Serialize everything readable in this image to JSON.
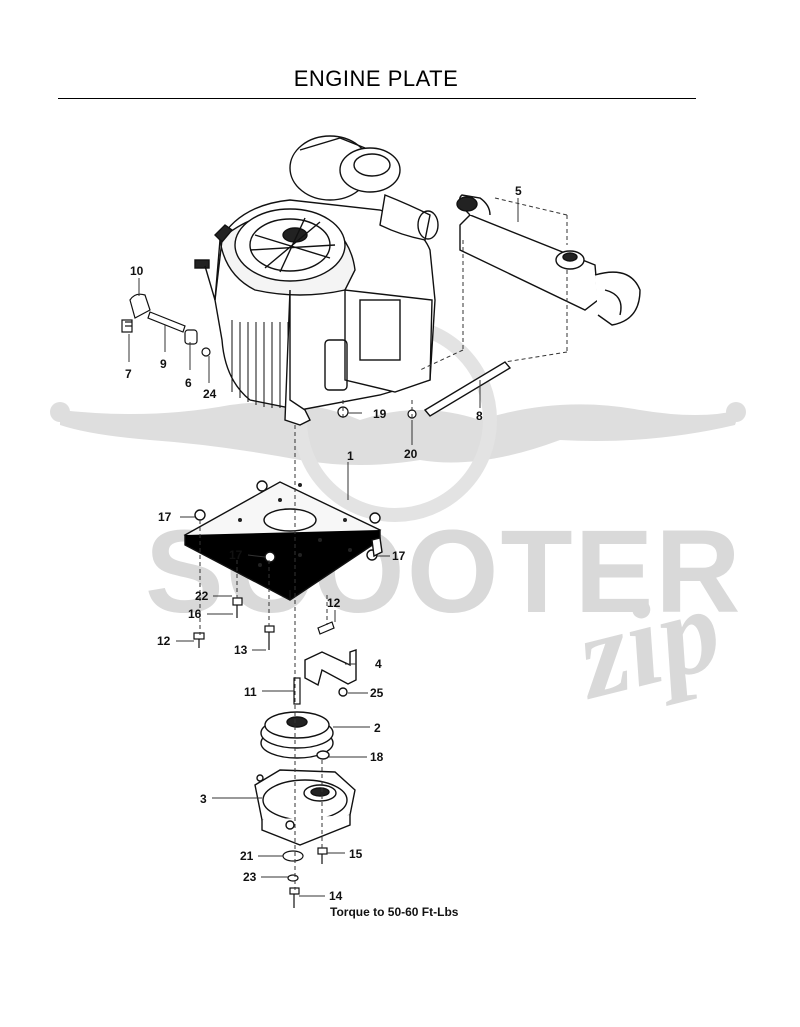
{
  "title": "ENGINE PLATE",
  "watermark": {
    "brand": "SCOOTER",
    "script": "zip",
    "color": "#d9d9d9"
  },
  "note": "Torque to 50-60 Ft-Lbs",
  "callouts": [
    "1",
    "2",
    "3",
    "4",
    "5",
    "6",
    "7",
    "8",
    "9",
    "10",
    "11",
    "12",
    "12",
    "13",
    "14",
    "15",
    "16",
    "17",
    "17",
    "17",
    "18",
    "19",
    "20",
    "21",
    "22",
    "23",
    "24",
    "25"
  ],
  "colors": {
    "line": "#111111",
    "leader": "#333333"
  }
}
